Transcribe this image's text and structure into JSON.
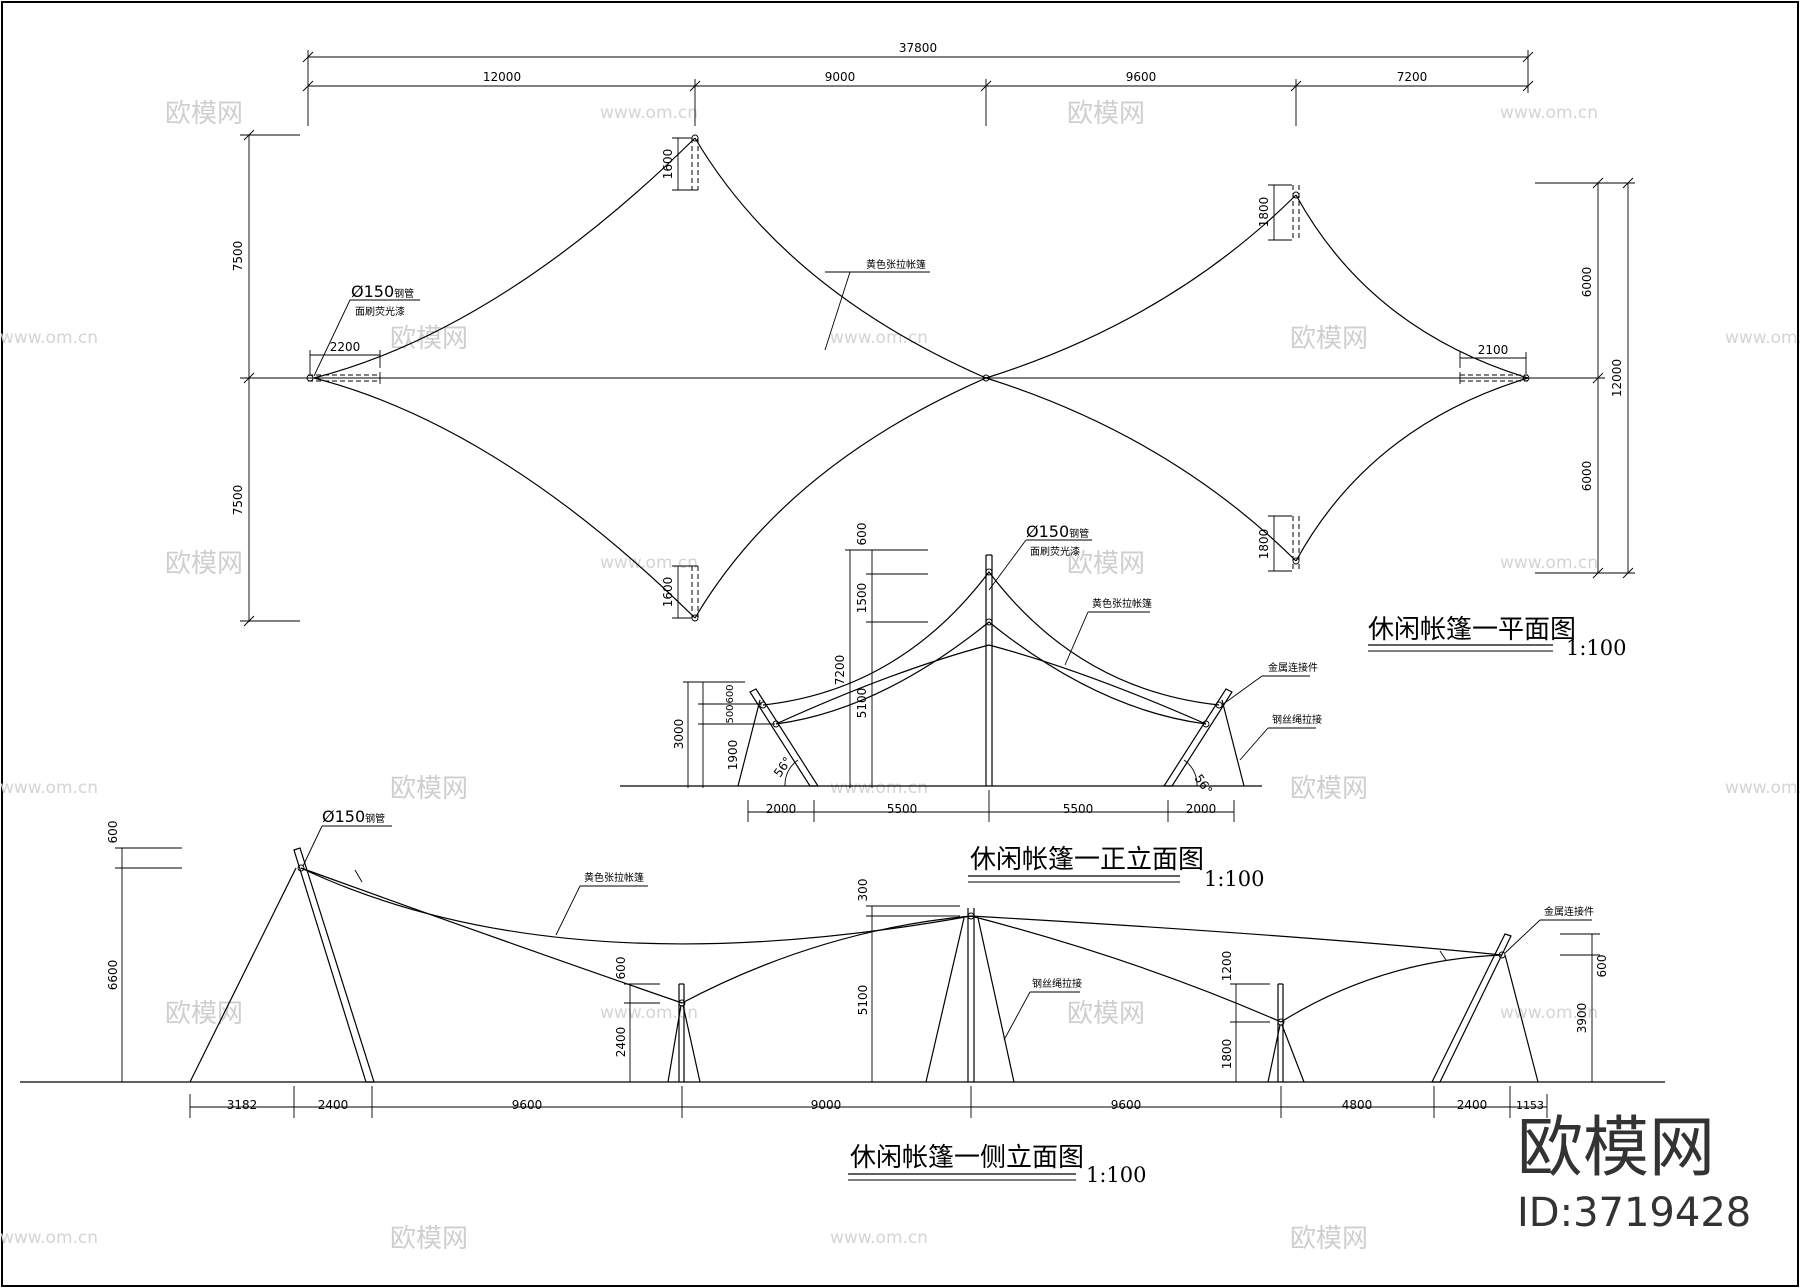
{
  "watermark": {
    "brand": "欧模网",
    "url": "www.om.cn"
  },
  "logo": {
    "brand": "欧模网",
    "id": "ID:3719428"
  },
  "plan": {
    "title": "休闲帐篷一平面图",
    "scale": "1:100",
    "dims_top": [
      "37800",
      "12000",
      "9000",
      "9600",
      "7200"
    ],
    "dims_left": [
      "7500",
      "7500"
    ],
    "dims_right": [
      "6000",
      "6000",
      "12000"
    ],
    "dims_local": [
      "1600",
      "1600",
      "1800",
      "1800",
      "2200",
      "2100"
    ],
    "pipe_label": "Ø150",
    "pipe_text": "钢管",
    "pipe_note": "面刷荧光漆",
    "membrane_note": "黄色张拉帐篷"
  },
  "front": {
    "title": "休闲帐篷一正立面图",
    "scale": "1:100",
    "dims_bottom": [
      "2000",
      "5500",
      "5500",
      "2000"
    ],
    "dims_left": [
      "3000",
      "1900",
      "500",
      "600"
    ],
    "dims_mid": [
      "7200",
      "5100",
      "1500",
      "600"
    ],
    "angle": "56°",
    "pipe_label": "Ø150",
    "pipe_text": "钢管",
    "pipe_note": "面刷荧光漆",
    "membrane_note": "黄色张拉帐篷",
    "connector_note": "金属连接件",
    "cable_note": "钢丝绳拉接"
  },
  "side": {
    "title": "休闲帐篷一侧立面图",
    "scale": "1:100",
    "dims_bottom": [
      "3182",
      "2400",
      "9600",
      "9000",
      "9600",
      "4800",
      "2400",
      "1153"
    ],
    "dims_vert": [
      "600",
      "6600",
      "600",
      "2400",
      "300",
      "5100",
      "1200",
      "1800",
      "600",
      "3900"
    ],
    "pipe_label": "Ø150",
    "pipe_text": "钢管",
    "membrane_note": "黄色张拉帐篷",
    "cable_note": "钢丝绳拉接",
    "connector_note": "金属连接件"
  }
}
